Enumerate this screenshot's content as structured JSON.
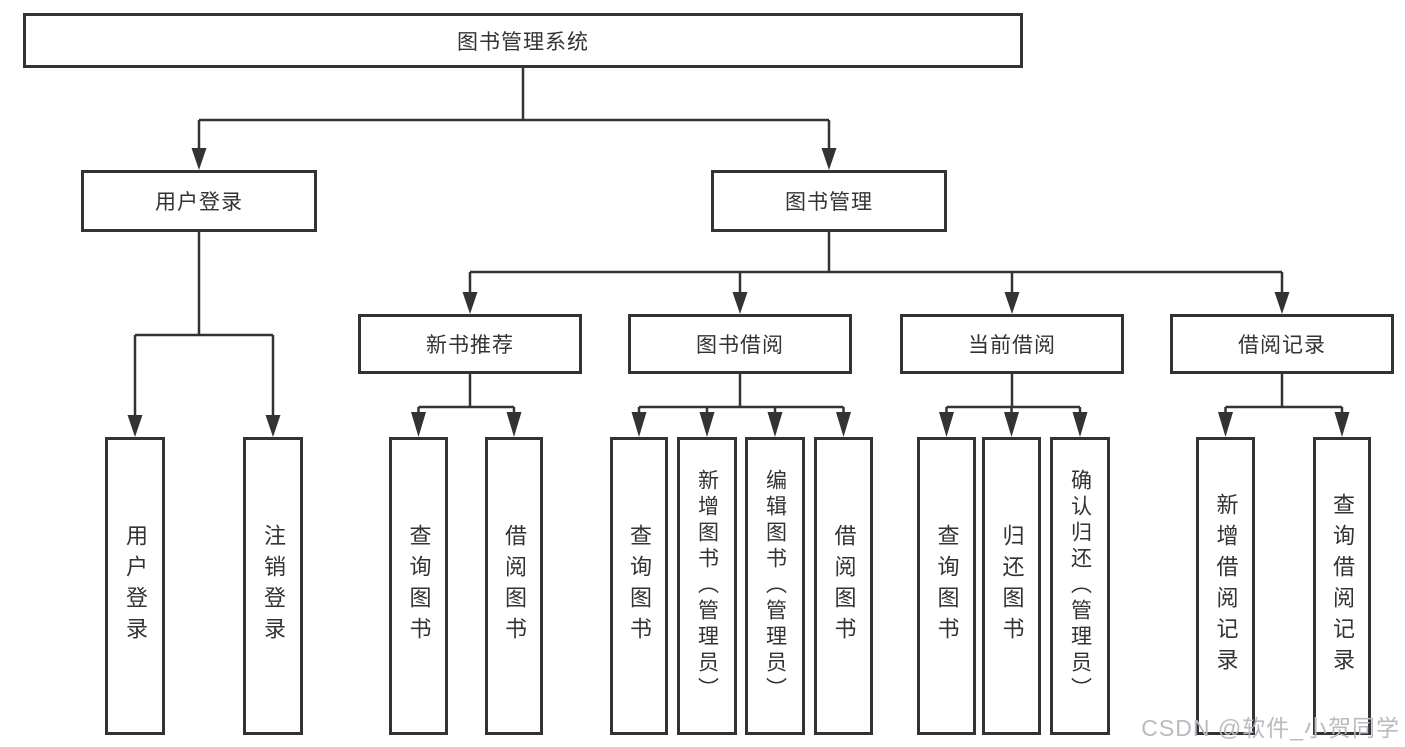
{
  "tree": {
    "label": "图书管理系统",
    "children": [
      {
        "label": "用户登录",
        "children": [
          {
            "label": "用户登录"
          },
          {
            "label": "注销登录"
          }
        ]
      },
      {
        "label": "图书管理",
        "children": [
          {
            "label": "新书推荐",
            "children": [
              {
                "label": "查询图书"
              },
              {
                "label": "借阅图书"
              }
            ]
          },
          {
            "label": "图书借阅",
            "children": [
              {
                "label": "查询图书"
              },
              {
                "label": "新增图书（管理员）"
              },
              {
                "label": "编辑图书（管理员）"
              },
              {
                "label": "借阅图书"
              }
            ]
          },
          {
            "label": "当前借阅",
            "children": [
              {
                "label": "查询图书"
              },
              {
                "label": "归还图书"
              },
              {
                "label": "确认归还（管理员）"
              }
            ]
          },
          {
            "label": "借阅记录",
            "children": [
              {
                "label": "新增借阅记录"
              },
              {
                "label": "查询借阅记录"
              }
            ]
          }
        ]
      }
    ]
  },
  "watermark": {
    "text": "CSDN @软件_小贺同学"
  },
  "colors": {
    "line": "#333333",
    "box_border": "#333333",
    "text": "#333333",
    "watermark": "#b8bcc0",
    "background": "#ffffff"
  }
}
